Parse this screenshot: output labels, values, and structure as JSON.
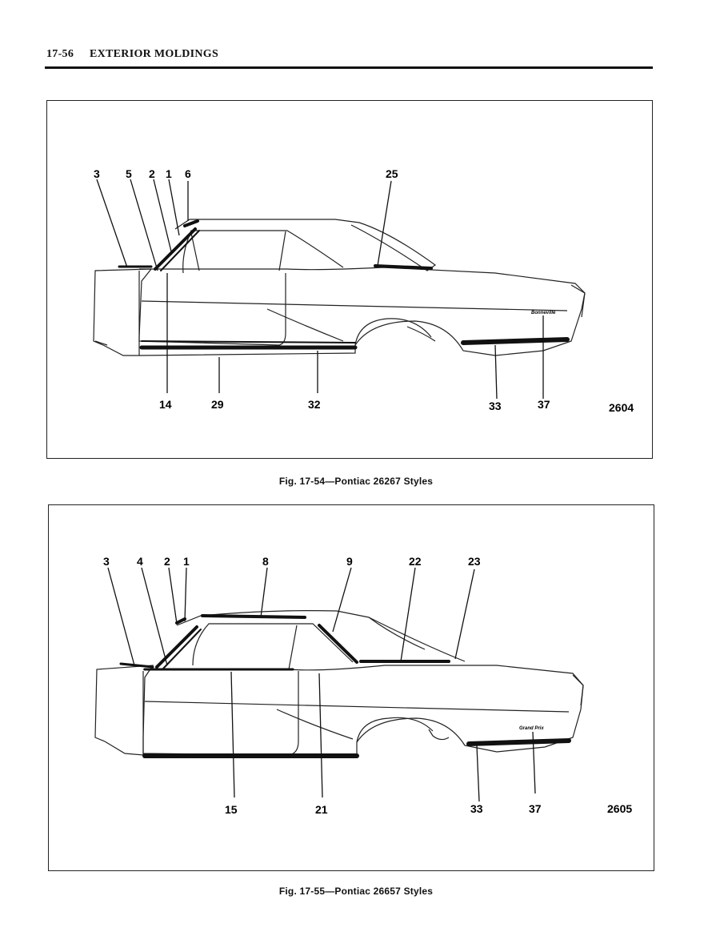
{
  "header": {
    "page_number": "17-56",
    "title": "EXTERIOR MOLDINGS"
  },
  "figure1": {
    "caption": "Fig. 17-54—Pontiac 26267 Styles",
    "id_number": "2604",
    "emblem": "Bonneville",
    "callouts_top": [
      "3",
      "5",
      "2",
      "1",
      "6",
      "25"
    ],
    "callouts_bottom": [
      "14",
      "29",
      "32",
      "33",
      "37"
    ]
  },
  "figure2": {
    "caption": "Fig. 17-55—Pontiac 26657 Styles",
    "id_number": "2605",
    "emblem": "Grand Prix",
    "callouts_top": [
      "3",
      "4",
      "2",
      "1",
      "8",
      "9",
      "22",
      "23"
    ],
    "callouts_bottom": [
      "15",
      "21",
      "33",
      "37"
    ]
  }
}
